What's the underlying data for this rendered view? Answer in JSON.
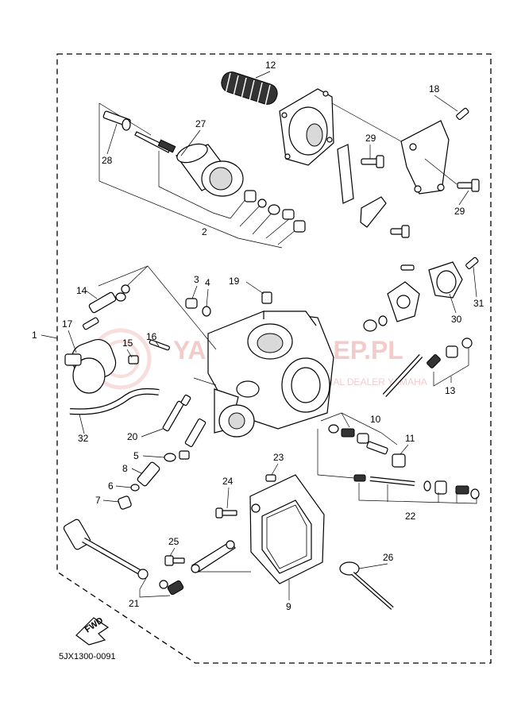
{
  "diagram": {
    "drawing_code": "5JX1300-0091",
    "fwd_label": "FWD",
    "watermark": {
      "brand": "YAMAHASKLEP.PL",
      "tagline": "OFFICIAL DEALER YAMAHA"
    },
    "callouts": [
      "1",
      "2",
      "3",
      "4",
      "5",
      "6",
      "7",
      "8",
      "9",
      "10",
      "11",
      "12",
      "13",
      "14",
      "15",
      "16",
      "17",
      "18",
      "19",
      "20",
      "21",
      "22",
      "23",
      "24",
      "25",
      "26",
      "27",
      "28",
      "29",
      "29",
      "30",
      "31",
      "32"
    ]
  }
}
